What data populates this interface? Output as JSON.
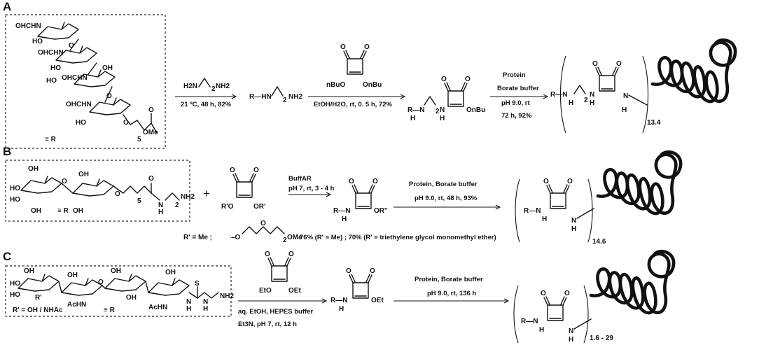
{
  "panels": {
    "a": {
      "letter": "A",
      "glycan_labels": [
        "OHCHN",
        "HO",
        "OHCHN",
        "HO",
        "O",
        "HO",
        "OHCHN",
        "OH",
        "O",
        "OHCHN",
        "HO",
        "O"
      ],
      "linker_index": "5",
      "methyl": "OMe",
      "r_equiv": "≡ R",
      "step1": {
        "reagent_left": "H2N",
        "reagent_index": "2",
        "reagent_right": "NH2",
        "conditions": "21 ºC, 48 h, 82%"
      },
      "intermediate1": {
        "left": "R—HN",
        "index": "2",
        "right": "NH2"
      },
      "step2": {
        "reagent_left": "nBuO",
        "reagent_right": "OnBu",
        "conditions": "EtOH/H2O, rt, 0. 5 h, 72%"
      },
      "intermediate2": {
        "left": "R—N",
        "h": "H",
        "index": "2",
        "nh": "N",
        "nh_h": "H",
        "obu": "OnBu"
      },
      "step3": {
        "line1": "Protein",
        "line2": "Borate buffer",
        "line3": "pH 9.0, rt",
        "line4": "72 h, 92%"
      },
      "product": {
        "left": "R—N",
        "h": "H",
        "index": "2",
        "nh": "N",
        "nh_h": "H",
        "nh2": "N",
        "nh2_h": "H",
        "loading": "13.4"
      }
    },
    "b": {
      "letter": "B",
      "glycan_labels": [
        "HO",
        "OH",
        "HO",
        "OH",
        "OH",
        "OH",
        "O",
        "O"
      ],
      "linker_index": "5",
      "linker_index2": "2",
      "nh_label": "N",
      "nh_h": "H",
      "nh2_label": "NH2",
      "r_equiv": "≡ R",
      "plus": "+",
      "squarate_left": "R'O",
      "squarate_right": "OR'",
      "r_def_prefix": "R' = Me ;",
      "r_def_chain": "–O",
      "r_def_index": "2",
      "r_def_end": "OMe",
      "step1": {
        "line1": "BuffAR",
        "line2": "pH 7, rt, 3 - 4 h"
      },
      "intermediate": {
        "left": "R—N",
        "h": "H",
        "right": "OR''"
      },
      "yields": "76% (R' = Me) ; 70% (R' = triethylene glycol monomethyl ether)",
      "step2": {
        "line1": "Protein, Borate buffer",
        "line2": "pH 9.0, rt, 48 h, 93%"
      },
      "product": {
        "left": "R—N",
        "h": "H",
        "nh": "N",
        "nh_h": "H",
        "loading": "14.6"
      }
    },
    "c": {
      "letter": "C",
      "glycan_labels": [
        "HO",
        "OH",
        "HO",
        "R'",
        "OH",
        "AcHN",
        "O",
        "OH",
        "OH",
        "AcHN",
        "OH"
      ],
      "r_prime_def": "R' = OH / NHAc",
      "thiourea": "S",
      "nh_a": "N",
      "nh_a_h": "H",
      "nh_b": "N",
      "nh_b_h": "H",
      "nh2_label": "NH2",
      "r_equiv": "≡ R",
      "squarate_left": "EtO",
      "squarate_right": "OEt",
      "step1": {
        "line1": "aq. EtOH, HEPES buffer",
        "line2": "Et3N, pH 7, rt, 12 h"
      },
      "intermediate": {
        "left": "R—N",
        "h": "H",
        "right": "OEt"
      },
      "step2": {
        "line1": "Protein, Borate buffer",
        "line2": "pH 9.0, rt, 136 h"
      },
      "product": {
        "left": "R—N",
        "h": "H",
        "nh": "N",
        "nh_h": "H",
        "loading": "1.6 - 29"
      }
    }
  }
}
